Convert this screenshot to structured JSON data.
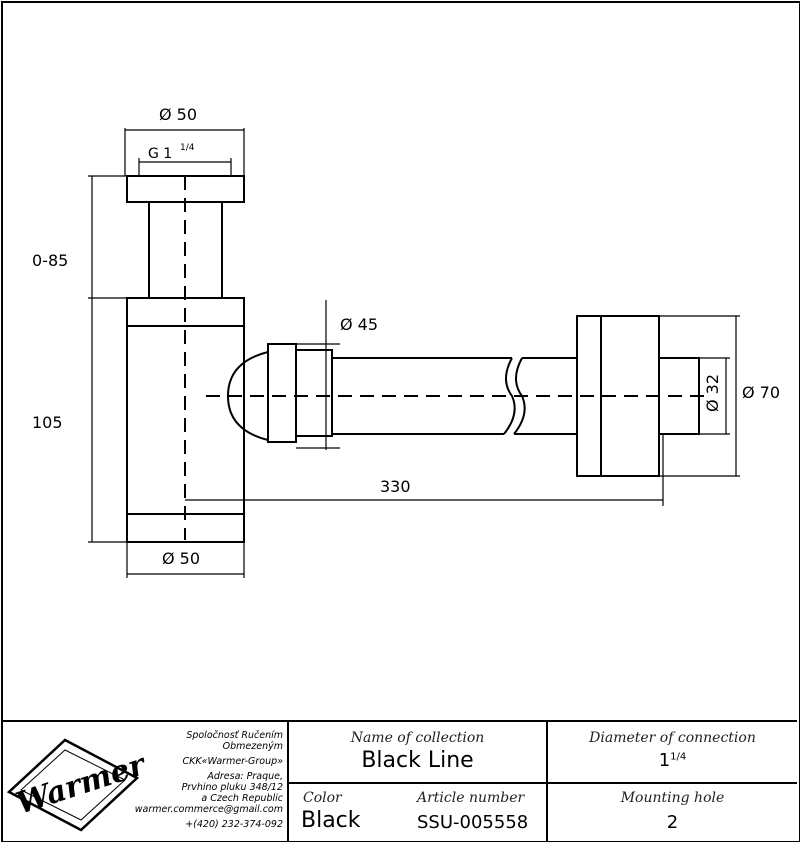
{
  "drawing": {
    "dims": {
      "top_outer_diameter": "Ø 50",
      "thread": "G 1",
      "thread_fraction": "1/4",
      "height_adjust": "0-85",
      "body_height": "105",
      "bottom_diameter": "Ø 50",
      "pipe_diameter": "Ø 45",
      "length": "330",
      "outlet_diameter": "Ø 32",
      "flange_diameter": "Ø 70"
    }
  },
  "company": {
    "logo_text": "Warmer",
    "lines": [
      "Spoločnosť Ručením Obmezeným",
      "CKK«Warmer-Group»",
      "Adresa: Praque,",
      "Prvhino pluku 348/12",
      "a Czech Republic",
      "warmer.commerce@gmail.com",
      "+(420) 232-374-092"
    ]
  },
  "title_block": {
    "collection_label": "Name of collection",
    "collection_value": "Black Line",
    "color_label": "Color",
    "color_value": "Black",
    "article_label": "Article number",
    "article_value": "SSU-005558",
    "diameter_label": "Diameter of connection",
    "diameter_value": "1",
    "diameter_fraction": "1/4",
    "mounting_label": "Mounting hole",
    "mounting_value": "2"
  }
}
